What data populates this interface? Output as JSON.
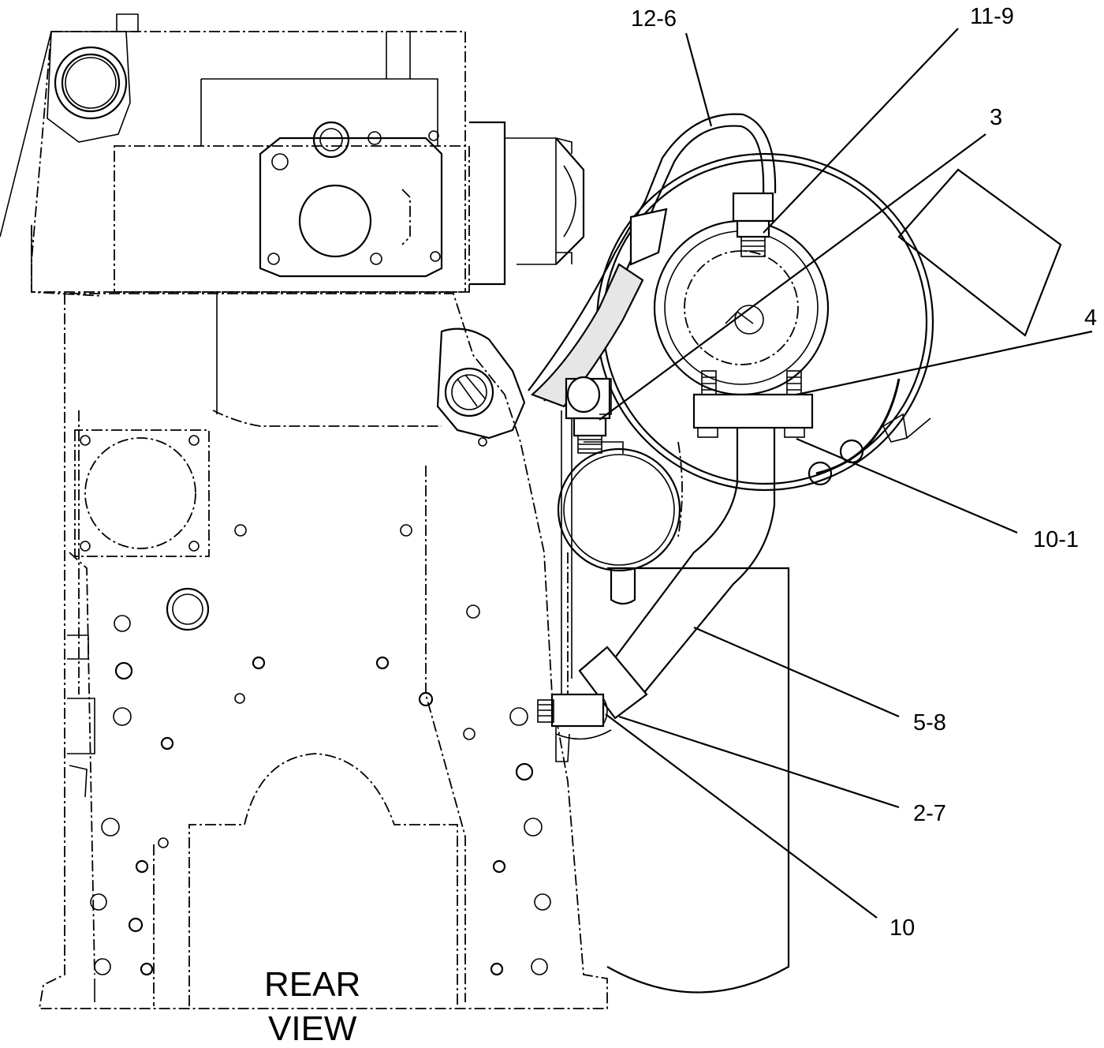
{
  "callouts": [
    {
      "id": "c-12-6",
      "label": "12-6"
    },
    {
      "id": "c-11-9",
      "label": "11-9"
    },
    {
      "id": "c-3",
      "label": "3"
    },
    {
      "id": "c-4",
      "label": "4"
    },
    {
      "id": "c-10-1",
      "label": "10-1"
    },
    {
      "id": "c-5-8",
      "label": "5-8"
    },
    {
      "id": "c-2-7",
      "label": "2-7"
    },
    {
      "id": "c-10",
      "label": "10"
    }
  ],
  "view_label": {
    "line1": "REAR",
    "line2": "VIEW"
  }
}
